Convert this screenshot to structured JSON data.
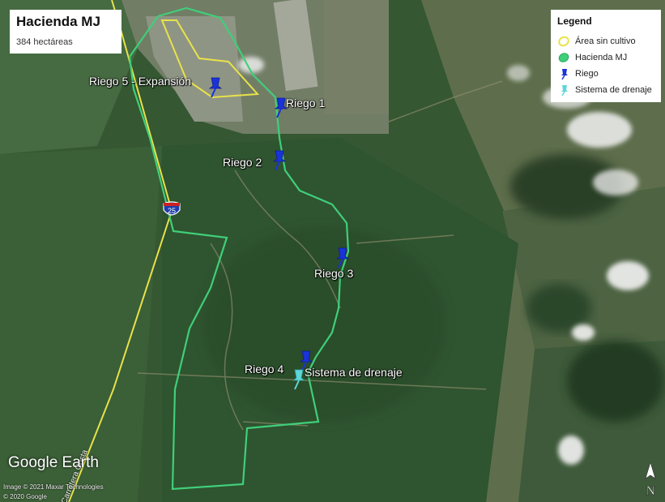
{
  "title": {
    "name": "Hacienda MJ",
    "area": "384 hectáreas"
  },
  "legend": {
    "heading": "Legend",
    "items": [
      {
        "label": "Área sin cultivo",
        "icon": "polygon-yellow-icon",
        "color": "#e8e24a"
      },
      {
        "label": "Hacienda MJ",
        "icon": "polygon-green-icon",
        "color": "#3fcf7a"
      },
      {
        "label": "Riego",
        "icon": "pushpin-blue-icon",
        "color": "#1a33d9"
      },
      {
        "label": "Sistema de drenaje",
        "icon": "pushpin-cyan-icon",
        "color": "#5fd6d6"
      }
    ]
  },
  "placemarks": [
    {
      "label": "Riego 5 - Expansión",
      "type": "riego"
    },
    {
      "label": "Riego 1",
      "type": "riego"
    },
    {
      "label": "Riego 2",
      "type": "riego"
    },
    {
      "label": "Riego 3",
      "type": "riego"
    },
    {
      "label": "Riego 4",
      "type": "riego"
    },
    {
      "label": "Sistema de drenaje",
      "type": "drenaje"
    }
  ],
  "highway_shield": "25",
  "road_label": "Carretera Costa",
  "branding": "Google Earth",
  "credits": [
    "Image © 2021 Maxar Technologies",
    "© 2020 Google"
  ],
  "compass": "N",
  "colors": {
    "boundary_green": "#3fcf7a",
    "uncultivated_yellow": "#e8e24a",
    "riego_pin": "#1a33d9",
    "drain_pin": "#5fd6d6"
  }
}
